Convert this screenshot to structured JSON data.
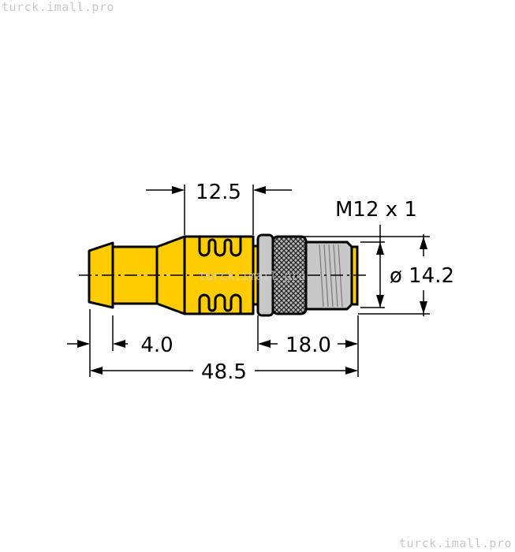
{
  "watermark": "turck.imall.pro",
  "dimensions": {
    "nut_length": "12.5",
    "thread": "M12 x 1",
    "diameter": "ø 14.2",
    "tip_length": "4.0",
    "connector_length": "18.0",
    "total_length": "48.5"
  },
  "colors": {
    "body": "#FFCC00",
    "metal": "#C8C8C8",
    "outline": "#000000"
  }
}
